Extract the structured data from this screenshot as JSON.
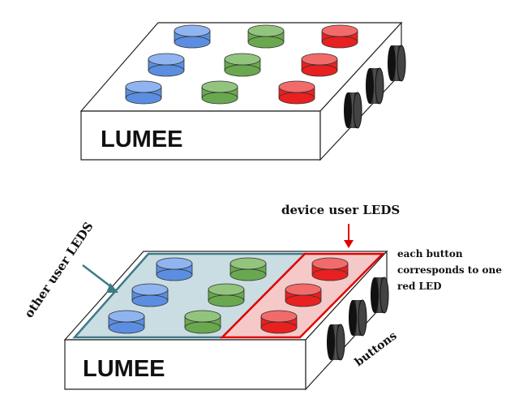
{
  "device_top": {
    "brand": "LUMEE"
  },
  "device_bottom": {
    "brand": "LUMEE"
  },
  "annotations": {
    "device_user_leds": "device user LEDS",
    "other_user_leds": "other user LEDS",
    "each_button_line1": "each button",
    "each_button_line2": "corresponds to one",
    "each_button_line3": "red LED",
    "buttons": "buttons"
  },
  "colors": {
    "blue_led": "#5b8ee0",
    "blue_led_top": "#8fb4f0",
    "green_led": "#6aa84f",
    "green_led_top": "#93c47d",
    "red_led": "#e8201f",
    "red_led_top": "#f26b6b",
    "other_user_region_fill": "#c9dde3",
    "other_user_region_stroke": "#3d7a86",
    "device_user_region_fill": "#f6c9c9",
    "device_user_region_stroke": "#e30000",
    "arrow_teal": "#3d7a86",
    "arrow_red": "#e30000",
    "button": "#2b2b2b"
  }
}
